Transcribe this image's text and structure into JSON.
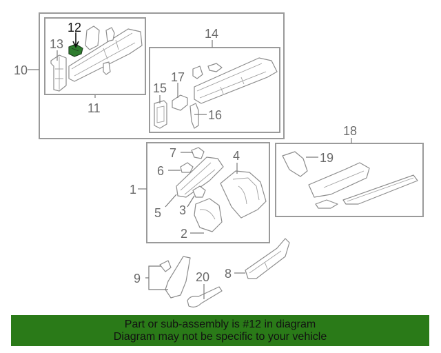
{
  "diagram": {
    "callouts": {
      "c1": "1",
      "c2": "2",
      "c3": "3",
      "c4": "4",
      "c5": "5",
      "c6": "6",
      "c7": "7",
      "c8": "8",
      "c9": "9",
      "c10": "10",
      "c11": "11",
      "c12": "12",
      "c13": "13",
      "c14": "14",
      "c15": "15",
      "c16": "16",
      "c17": "17",
      "c18": "18",
      "c19": "19",
      "c20": "20"
    },
    "highlighted_part": "12",
    "highlight_color": "#2f7d2f"
  },
  "banner": {
    "line1": "Part or sub-assembly is #12 in diagram",
    "line2": "Diagram may not be specific to your vehicle",
    "background": "#2a7a18"
  }
}
